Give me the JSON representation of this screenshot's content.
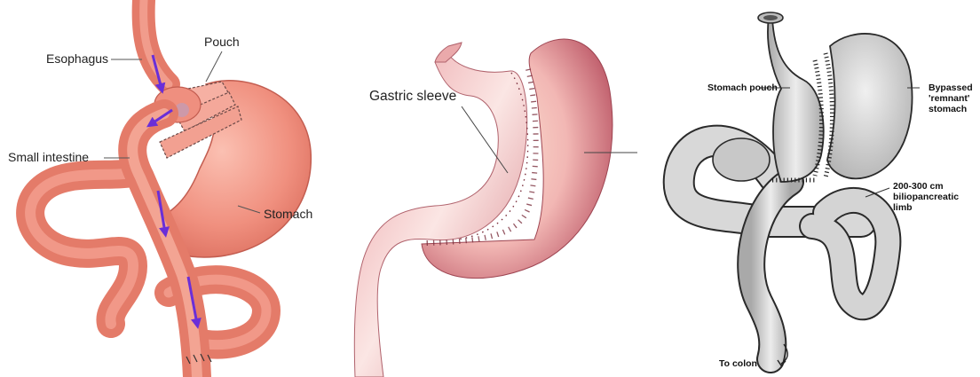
{
  "panels": {
    "bypass": {
      "labels": {
        "esophagus": "Esophagus",
        "pouch": "Pouch",
        "small_intestine": "Small intestine",
        "stomach": "Stomach"
      }
    },
    "sleeve": {
      "labels": {
        "gastric_sleeve": "Gastric sleeve"
      }
    },
    "switch": {
      "labels": {
        "stomach_pouch": "Stomach pouch",
        "bypassed_line1": "Bypassed",
        "bypassed_line2": "'remnant'",
        "bypassed_line3": "stomach",
        "limb_line1": "200-300 cm",
        "limb_line2": "biliopancreatic",
        "limb_line3": "limb",
        "to_colon": "To colon"
      }
    }
  },
  "colors": {
    "tissue_pink": "#ef8f80",
    "tissue_dark": "#c85e50",
    "arrow_purple": "#6a2ed8",
    "sleeve_pink": "#f4c9c4",
    "sleeve_dark": "#b8545c",
    "gray_organ": "#d4d4d4",
    "gray_outline": "#2a2a2a"
  }
}
